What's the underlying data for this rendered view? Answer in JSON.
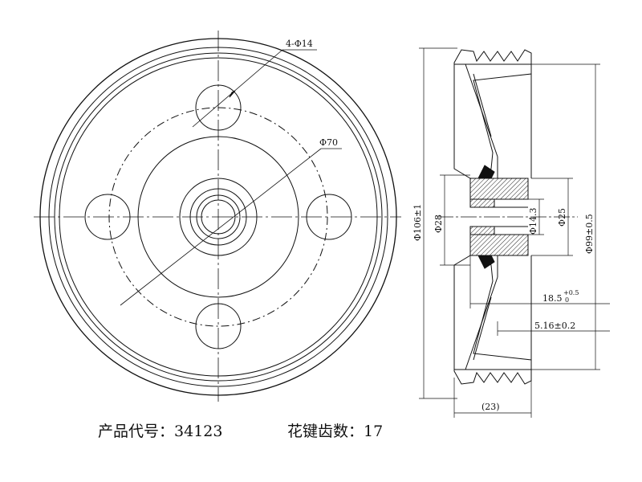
{
  "front_view": {
    "hole_callout": "4-Φ14",
    "pitch_circle": "Φ70"
  },
  "section_view": {
    "outer_dia": "Φ106±1",
    "bore_dia": "Φ28",
    "inner_bore_dia": "Φ14.3",
    "hub_dia": "Φ25",
    "groove_dia": "Φ99±0.5",
    "hub_length_base": "18.5",
    "hub_length_tol_upper": "+0.5",
    "hub_length_tol_lower": "0",
    "web_offset": "5.16±0.2",
    "overall_width": "(23)"
  },
  "caption": {
    "product_label": "产品代号：",
    "product_code": "34123",
    "teeth_label": "花键齿数：",
    "teeth_count": "17"
  }
}
